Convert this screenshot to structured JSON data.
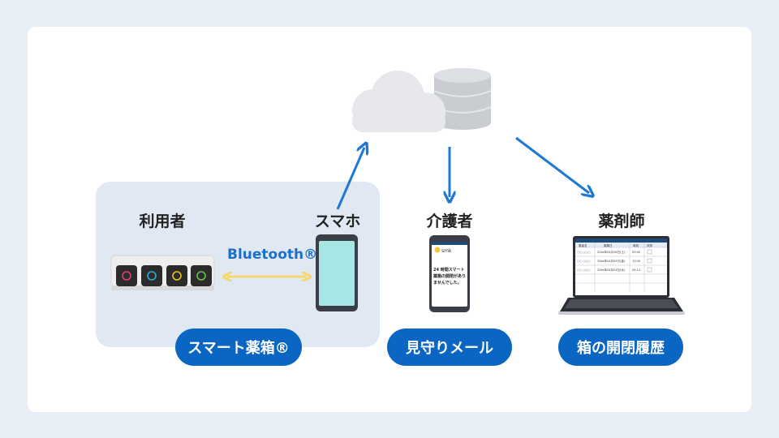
{
  "nodes": {
    "user": "利用者",
    "smartphone": "スマホ",
    "caregiver": "介護者",
    "pharmacist": "薬剤師"
  },
  "connection": {
    "bluetooth": "Bluetooth®"
  },
  "pills": {
    "smart_box": "スマート薬箱®",
    "watch_mail": "見守りメール",
    "history": "箱の開閉履歴"
  },
  "caregiver_phone": {
    "app_name": "smk",
    "message": "24 時間スマート薬箱の開閉がありませんでした。"
  },
  "laptop_table": {
    "headers": [
      "患者名",
      "服薬日",
      "時刻",
      "状態"
    ],
    "rows": [
      [
        "○○ ○○○",
        "20xx年04月26日(土)",
        "09:00",
        ""
      ],
      [
        "○○ ○○○",
        "20xx年04月25日(金)",
        "13:00",
        ""
      ],
      [
        "○○ ○○○",
        "20xx年04月24日(木)",
        "09:12",
        ""
      ]
    ]
  },
  "colors": {
    "accent_blue": "#0a66c2",
    "arrow_blue": "#1f78d1",
    "bluetooth_arrow": "#f5d76e",
    "panel_bg": "#dfe8f3"
  },
  "icons": {
    "cloud": "cloud-icon",
    "database": "database-icon",
    "medicine_box": "medicine-box-icon",
    "smartphone": "smartphone-icon",
    "laptop": "laptop-icon"
  }
}
